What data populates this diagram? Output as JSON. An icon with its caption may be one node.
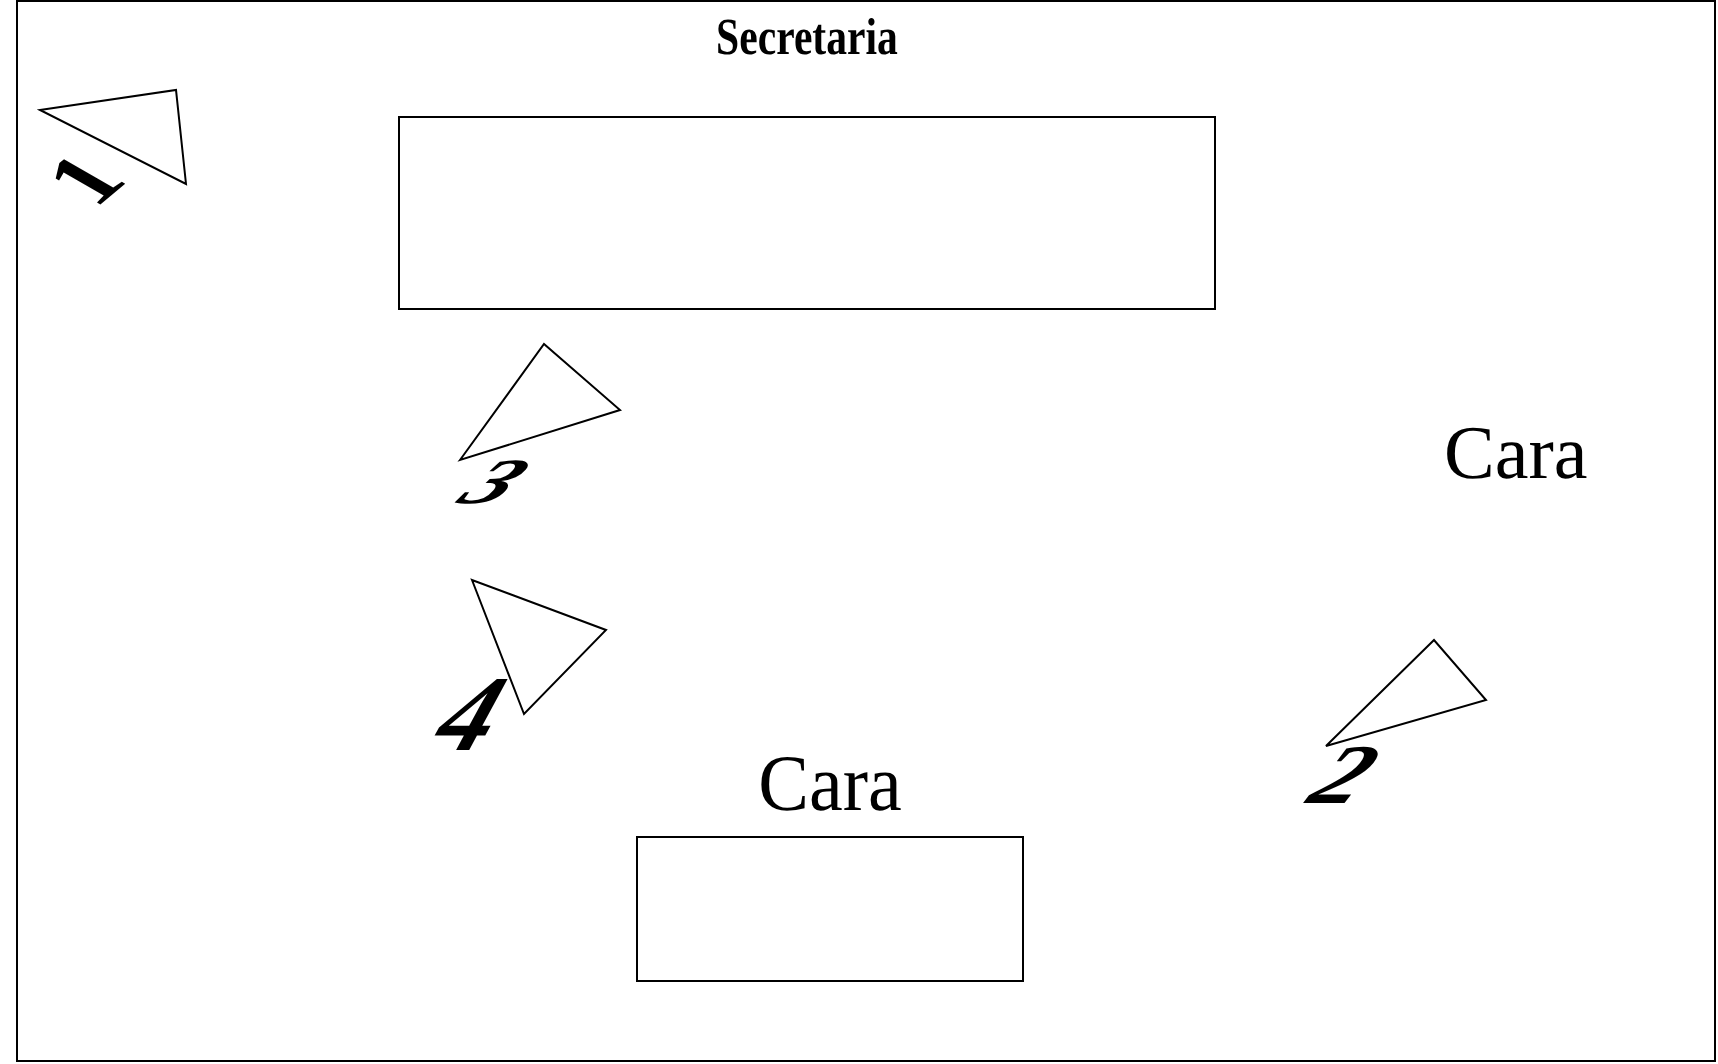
{
  "diagram": {
    "nodes": [
      {
        "text": [
          "Secretaria"
        ]
      },
      {
        "text": [
          "Cara"
        ]
      }
    ],
    "labels": [
      "1",
      "3",
      "Cara",
      "4",
      "2"
    ]
  }
}
